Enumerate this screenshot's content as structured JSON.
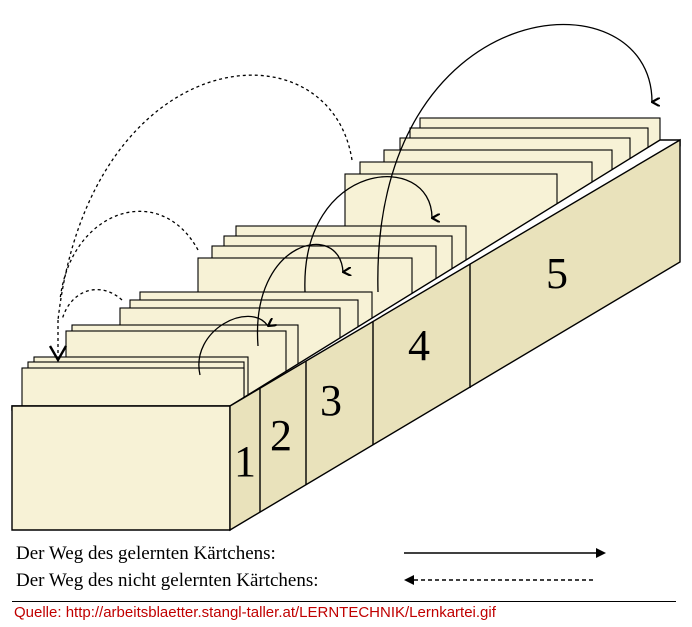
{
  "diagram": {
    "compartments": [
      {
        "label": "1"
      },
      {
        "label": "2"
      },
      {
        "label": "3"
      },
      {
        "label": "4"
      },
      {
        "label": "5"
      }
    ]
  },
  "legend": {
    "learned_label": "Der Weg des gelernten Kärtchens:",
    "not_learned_label": "Der Weg des nicht gelernten Kärtchens:"
  },
  "source": {
    "text": "Quelle: http://arbeitsblaetter.stangl-taller.at/LERNTECHNIK/Lernkartei.gif"
  },
  "colors": {
    "source_text": "#c00000",
    "box_front": "#f7f2d6",
    "box_side": "#e9e2bb"
  }
}
